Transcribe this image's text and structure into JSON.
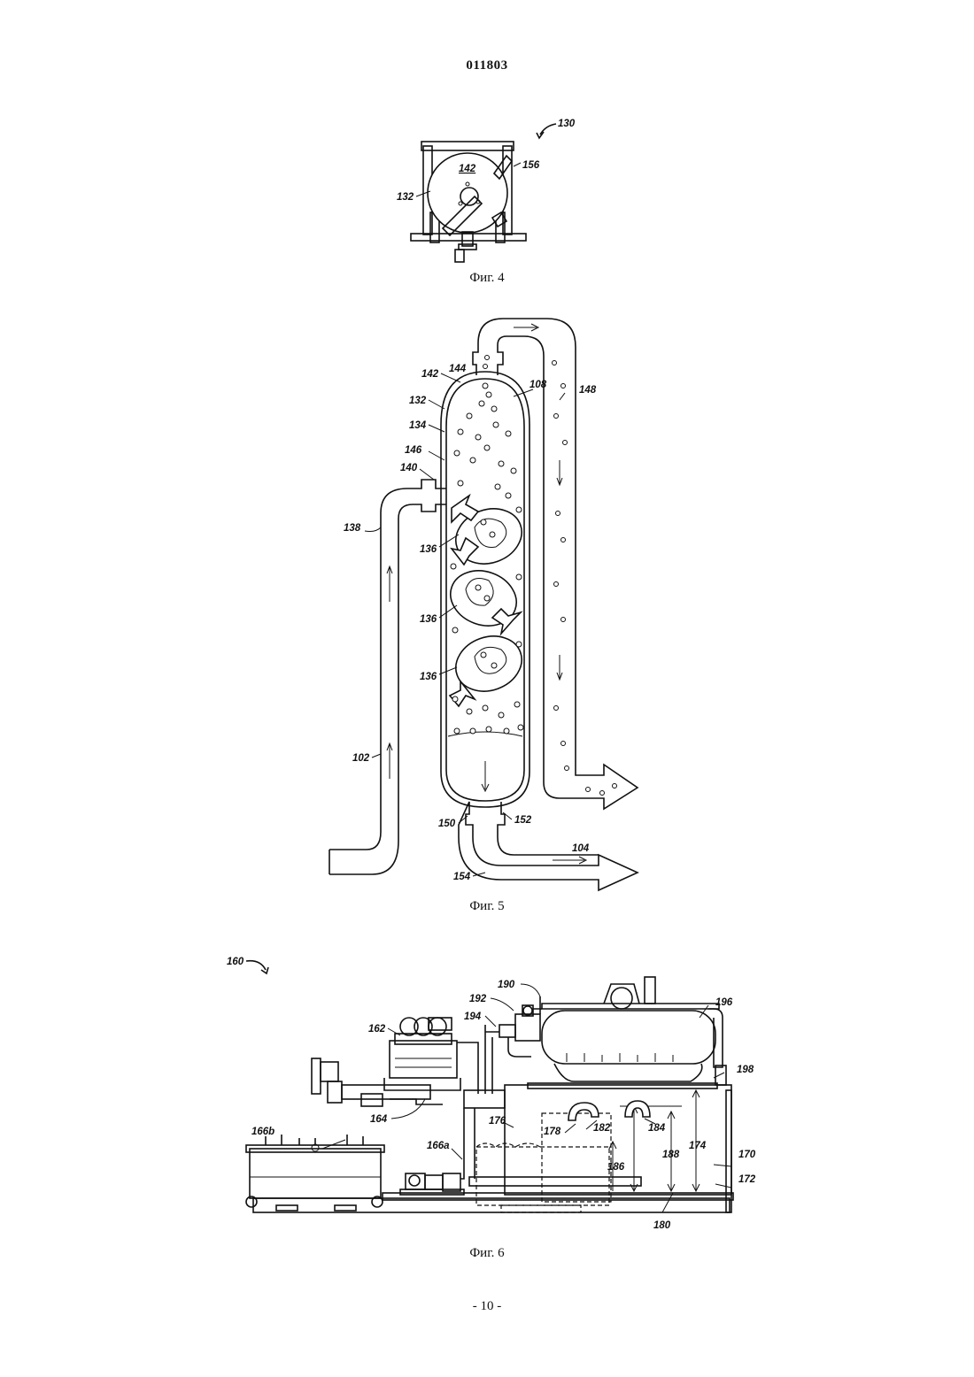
{
  "document_number": "011803",
  "page_number": "- 10 -",
  "figures": {
    "fig4": {
      "caption": "Фиг. 4",
      "refs": {
        "r130": "130",
        "r142": "142",
        "r132": "132",
        "r156": "156"
      }
    },
    "fig5": {
      "caption": "Фиг. 5",
      "refs": {
        "r142": "142",
        "r144": "144",
        "r108": "108",
        "r148": "148",
        "r132": "132",
        "r134": "134",
        "r146": "146",
        "r140": "140",
        "r138": "138",
        "r136a": "136",
        "r136b": "136",
        "r136c": "136",
        "r102": "102",
        "r150": "150",
        "r152": "152",
        "r104": "104",
        "r154": "154"
      }
    },
    "fig6": {
      "caption": "Фиг. 6",
      "refs": {
        "r160": "160",
        "r190": "190",
        "r192": "192",
        "r196": "196",
        "r194": "194",
        "r162": "162",
        "r198": "198",
        "r164": "164",
        "r176": "176",
        "r178": "178",
        "r182": "182",
        "r184": "184",
        "r166b": "166b",
        "r166a": "166a",
        "r188": "188",
        "r174": "174",
        "r170": "170",
        "r186": "186",
        "r172": "172",
        "r180": "180"
      }
    }
  }
}
